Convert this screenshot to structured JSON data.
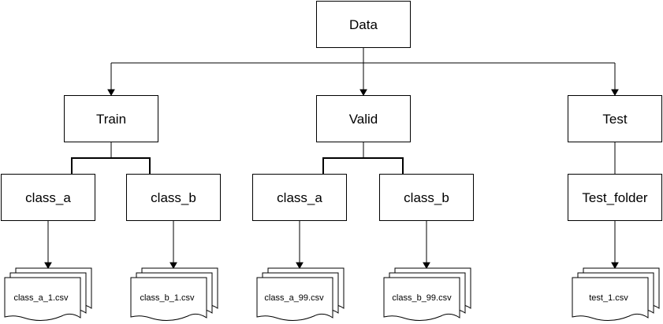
{
  "nodes": {
    "data": "Data",
    "train": "Train",
    "valid": "Valid",
    "test": "Test",
    "train_class_a": "class_a",
    "train_class_b": "class_b",
    "valid_class_a": "class_a",
    "valid_class_b": "class_b",
    "test_folder": "Test_folder"
  },
  "files": {
    "train_class_a": "class_a_1.csv",
    "train_class_b": "class_b_1.csv",
    "valid_class_a": "class_a_99.csv",
    "valid_class_b": "class_b_99.csv",
    "test_folder": "test_1.csv"
  },
  "colors": {
    "stroke": "#000000",
    "fill": "#ffffff"
  }
}
